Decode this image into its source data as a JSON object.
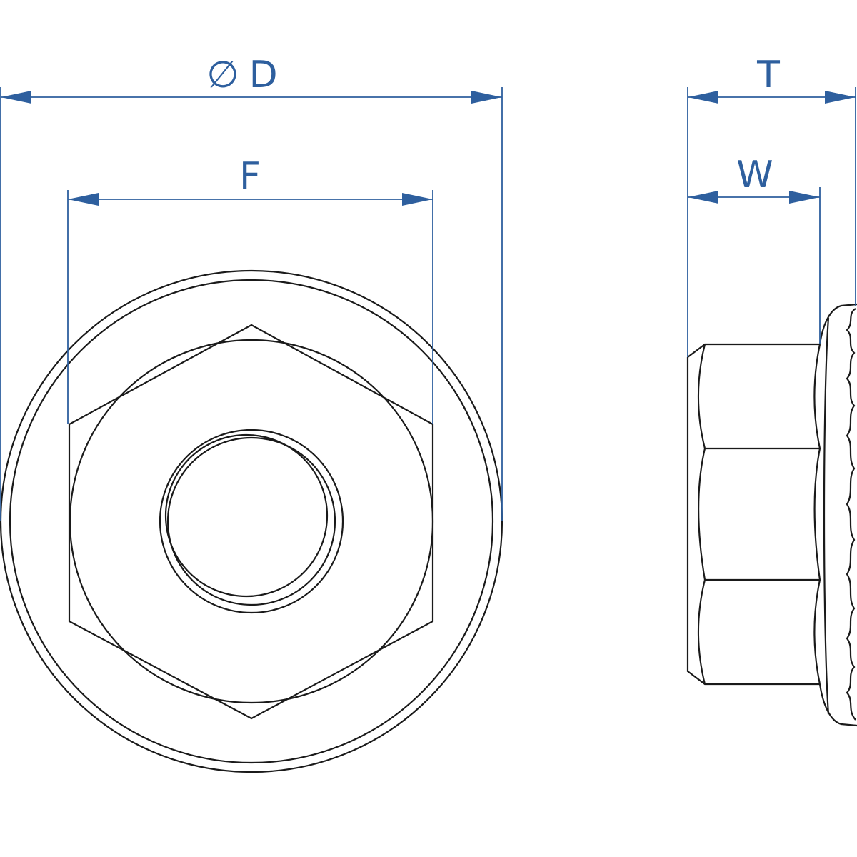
{
  "dimensions": {
    "outer_diameter": {
      "symbol": "∅",
      "label": "D"
    },
    "across_flats": {
      "label": "F"
    },
    "total_thickness": {
      "label": "T"
    },
    "hex_width": {
      "label": "W"
    }
  },
  "colors": {
    "dimension": "#2e5f9e",
    "outline": "#1a1a1a",
    "background": "#ffffff"
  }
}
